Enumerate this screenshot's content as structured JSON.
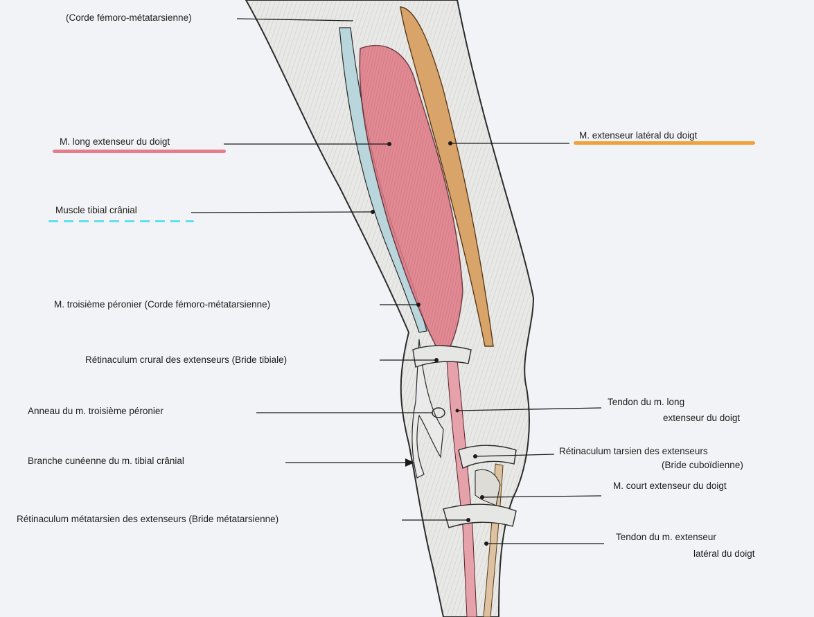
{
  "labels": {
    "corde": "(Corde fémoro-métatarsienne)",
    "long_ext": "M. long extenseur du doigt",
    "tibial": "Muscle tibial crânial",
    "troisieme": "M. troisième péronier (Corde fémoro-métatarsienne)",
    "ret_crural": "Rétinaculum crural des extenseurs (Bride tibiale)",
    "anneau": "Anneau du m. troisième péronier",
    "branche": "Branche cunéenne du m. tibial crânial",
    "ret_meta": "Rétinaculum métatarsien des extenseurs (Bride métatarsienne)",
    "lat_ext": "M. extenseur latéral du doigt",
    "tendon_long_1": "Tendon du m. long",
    "tendon_long_2": "extenseur du doigt",
    "ret_tarsien_1": "Rétinaculum tarsien des extenseurs",
    "ret_tarsien_2": "(Bride cuboïdienne)",
    "court_ext": "M. court extenseur du doigt",
    "tendon_lat_1": "Tendon du m. extenseur",
    "tendon_lat_2": "latéral du doigt"
  },
  "colors": {
    "long_extenseur": "#e07a86",
    "lateral_extenseur": "#e89a3a",
    "tibial_cranial": "#56d8e6",
    "background": "#f2f3f6",
    "ink": "#1c1c1c"
  }
}
